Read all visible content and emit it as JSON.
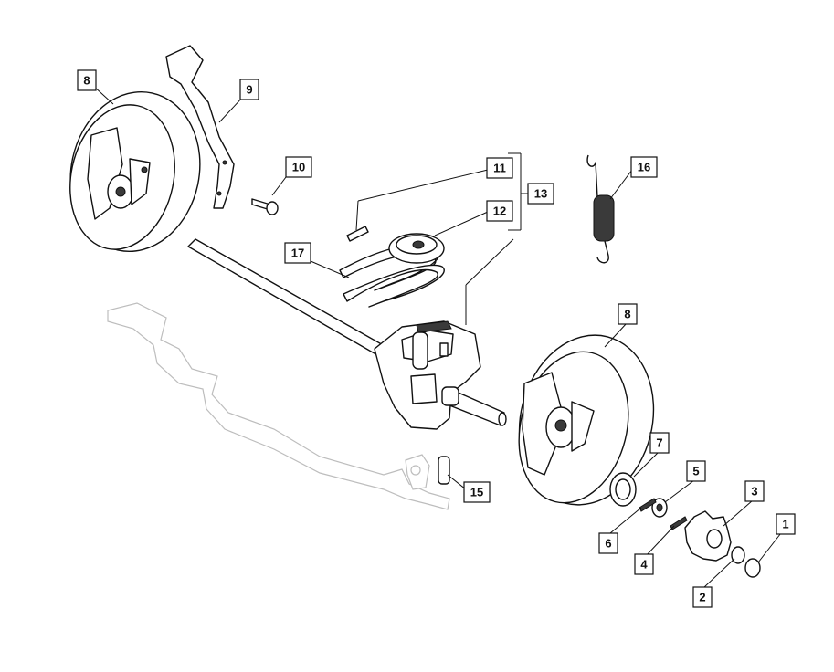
{
  "diagram": {
    "labels": [
      {
        "id": "8a",
        "text": "8"
      },
      {
        "id": "9",
        "text": "9"
      },
      {
        "id": "10",
        "text": "10"
      },
      {
        "id": "11",
        "text": "11"
      },
      {
        "id": "12",
        "text": "12"
      },
      {
        "id": "13",
        "text": "13"
      },
      {
        "id": "16",
        "text": "16"
      },
      {
        "id": "17",
        "text": "17"
      },
      {
        "id": "8b",
        "text": "8"
      },
      {
        "id": "7",
        "text": "7"
      },
      {
        "id": "5",
        "text": "5"
      },
      {
        "id": "3",
        "text": "3"
      },
      {
        "id": "1",
        "text": "1"
      },
      {
        "id": "6",
        "text": "6"
      },
      {
        "id": "4",
        "text": "4"
      },
      {
        "id": "2",
        "text": "2"
      },
      {
        "id": "15",
        "text": "15"
      }
    ]
  },
  "colors": {
    "line": "#111111",
    "ghost_frame": "#bdbdbd",
    "background": "#ffffff"
  }
}
